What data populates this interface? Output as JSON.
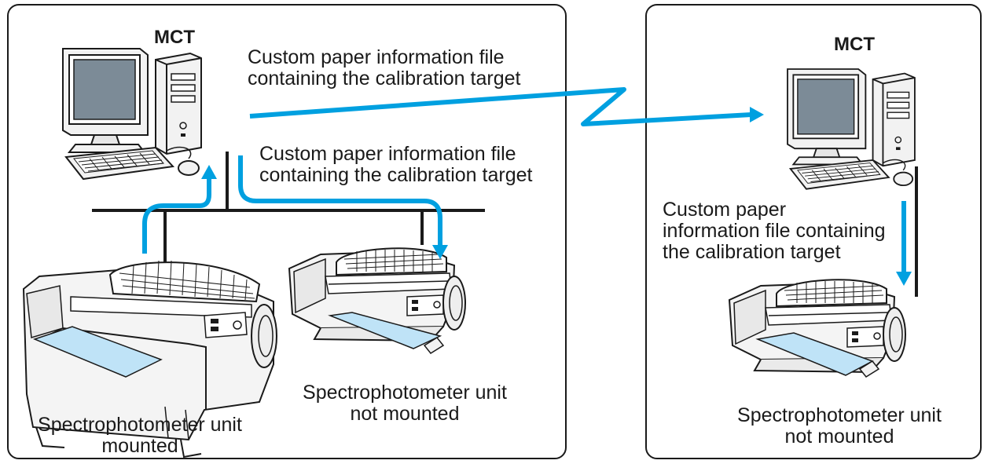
{
  "left_panel": {
    "computer_label": "MCT",
    "transfer_to_remote_label": [
      "Custom paper information file",
      "containing the calibration target"
    ],
    "transfer_to_printer_label": [
      "Custom paper information file",
      "containing the calibration target"
    ],
    "printer_mounted_caption": [
      "Spectrophotometer unit",
      "mounted"
    ],
    "printer_not_mounted_caption": [
      "Spectrophotometer unit",
      "not mounted"
    ]
  },
  "right_panel": {
    "computer_label": "MCT",
    "transfer_label": [
      "Custom paper",
      "information file containing",
      "the calibration target"
    ],
    "printer_not_mounted_caption": [
      "Spectrophotometer unit",
      "not mounted"
    ]
  },
  "colors": {
    "arrow": "#00A0E0",
    "paper": "#BFE3F7",
    "screen": "#7C8B97",
    "line": "#1a1a1a"
  }
}
